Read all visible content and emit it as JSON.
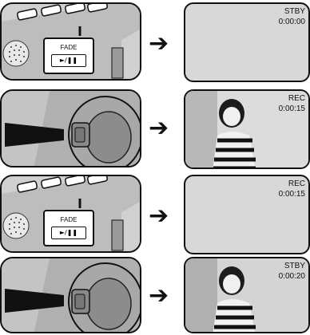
{
  "steps": [
    {
      "status": "STBY",
      "time": "0:00:00",
      "button": {
        "label": "FADE",
        "symbol": "►/❚❚"
      }
    },
    {
      "status": "REC",
      "time": "0:00:15"
    },
    {
      "status": "REC",
      "time": "0:00:15",
      "button": {
        "label": "FADE",
        "symbol": "►/❚❚"
      }
    },
    {
      "status": "STBY",
      "time": "0:00:20"
    }
  ],
  "arrow": "➔"
}
